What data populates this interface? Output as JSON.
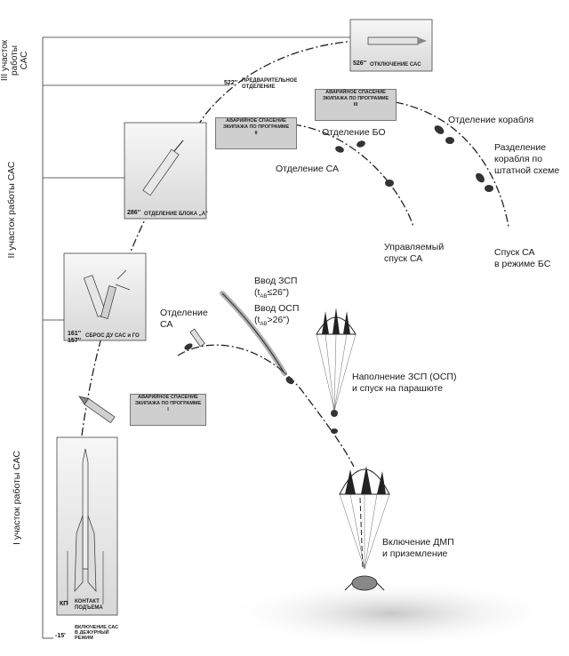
{
  "stages": {
    "stage3": {
      "line1": "III участок",
      "line2": "работы",
      "line3": "САС"
    },
    "stage2": "II участок работы САС",
    "stage1": "I участок работы САС"
  },
  "events": {
    "lc": {
      "time": "КП",
      "text1": "КОНТАКТ",
      "text2": "ПОДЪЕМА"
    },
    "standby": {
      "time": "-15'",
      "text1": "ВКЛЮЧЕНИЕ САС",
      "text2": "В ДЕЖУРНЫЙ",
      "text3": "РЕЖИМ"
    },
    "jettison": {
      "time1": "161''",
      "time2": "157''",
      "text": "СБРОС ДУ САС и ГО"
    },
    "blockA": {
      "time": "286''",
      "text": "ОТДЕЛЕНИЕ БЛОКА „А\""
    },
    "prelim": {
      "time": "522''",
      "text1": "ПРЕДВАРИТЕЛЬНОЕ",
      "text2": "ОТДЕЛЕНИЕ"
    },
    "sasoff": {
      "time": "526''",
      "text": "ОТКЛЮЧЕНИЕ САС"
    }
  },
  "badges": {
    "b1": {
      "l1": "АВАРИЙНОЕ СПАСЕНИЕ",
      "l2": "ЭКИПАЖА ПО ПРОГРАММЕ",
      "l3": "I"
    },
    "b2": {
      "l1": "АВАРИЙНОЕ СПАСЕНИЕ",
      "l2": "ЭКИПАЖА ПО ПРОГРАММЕ",
      "l3": "II"
    },
    "b3": {
      "l1": "АВАРИЙНОЕ СПАСЕНИЕ",
      "l2": "ЭКИПАЖА ПО ПРОГРАММЕ",
      "l3": "III"
    }
  },
  "labels": {
    "sep_sa_low": {
      "l1": "Отделение",
      "l2": "СА"
    },
    "zsp": {
      "l1": "Ввод ЗСП",
      "l2a": "(t",
      "l2sub": "АВ",
      "l2b": "≤26\")",
      "l3": "Ввод ОСП",
      "l4a": "(t",
      "l4sub": "АВ",
      "l4b": ">26\")"
    },
    "fill": {
      "l1": "Наполнение ЗСП (ОСП)",
      "l2": "и спуск на парашюте"
    },
    "landing": {
      "l1": "Включение ДМП",
      "l2": "и приземление"
    },
    "sep_sa": "Отделение СА",
    "sep_bo": "Отделение БО",
    "controlled": {
      "l1": "Управляемый",
      "l2": "спуск СА"
    },
    "ship_sep": "Отделение корабля",
    "regular": {
      "l1": "Разделение",
      "l2": "корабля по",
      "l3": "штатной схеме"
    },
    "ballistic": {
      "l1": "Спуск СА",
      "l2": "в режиме БС"
    }
  }
}
